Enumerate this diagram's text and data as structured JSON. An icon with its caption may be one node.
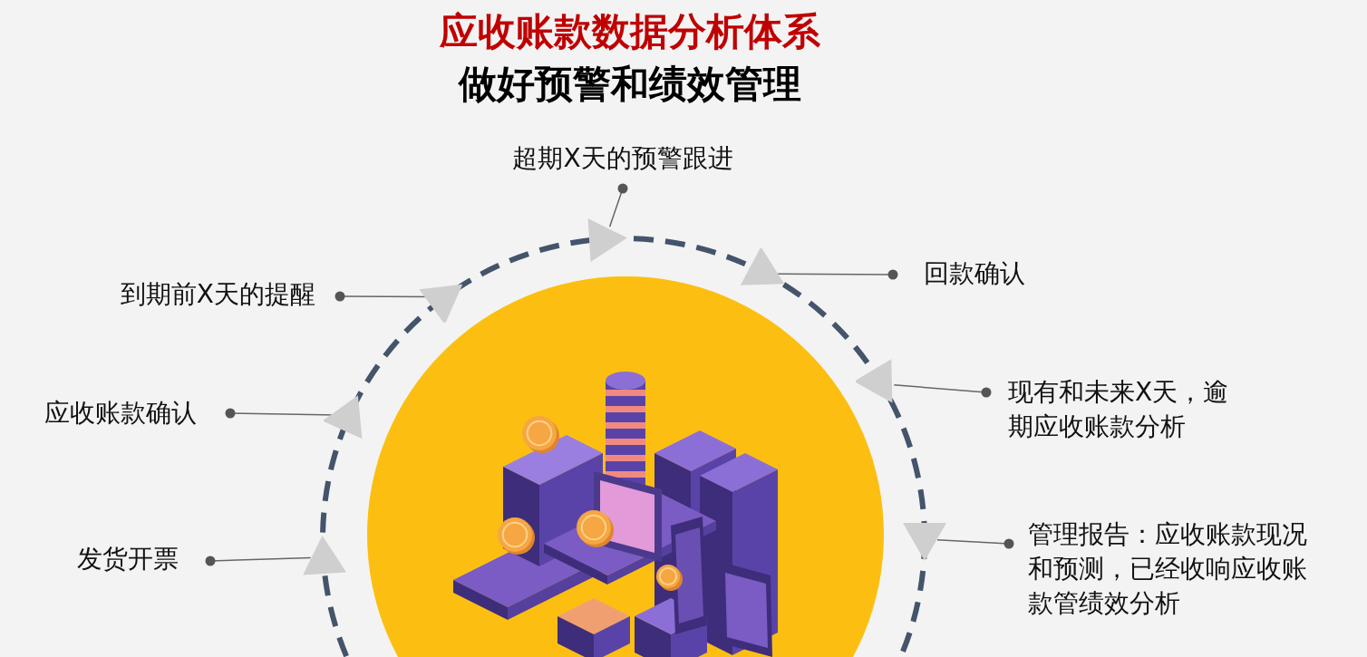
{
  "diagram": {
    "title": "应收账款数据分析体系",
    "nodes": [
      {
        "text": [
          "发货开票"
        ]
      },
      {
        "text": [
          "应收账款确认"
        ]
      },
      {
        "text": [
          "到期前X天的提醒"
        ]
      },
      {
        "text": [
          "超期X天的预警跟进"
        ]
      },
      {
        "text": [
          "回款确认"
        ]
      },
      {
        "text": [
          "现有和未来X天，逾期应收账款分析"
        ]
      },
      {
        "text": [
          "管理报告：应收账款现况和预测，已经收响应收账款管绩效分析"
        ]
      },
      {
        "text": [],
        "shape": "triangle"
      },
      {
        "text": [],
        "shape": "triangle"
      },
      {
        "text": [],
        "shape": "triangle"
      },
      {
        "text": [],
        "shape": "triangle"
      },
      {
        "text": [],
        "shape": "triangle"
      },
      {
        "text": [],
        "shape": "triangle"
      },
      {
        "text": [],
        "shape": "triangle"
      }
    ],
    "edges": [
      {
        "from": 0,
        "to": 7,
        "arrow": "other"
      },
      {
        "from": 1,
        "to": 8,
        "arrow": "other"
      },
      {
        "from": 2,
        "to": 9,
        "arrow": "other"
      },
      {
        "from": 3,
        "to": 10,
        "arrow": "other"
      },
      {
        "from": 4,
        "to": 11,
        "arrow": "other"
      },
      {
        "from": 5,
        "to": 12,
        "arrow": "other"
      },
      {
        "from": 6,
        "to": 13,
        "arrow": "other"
      }
    ],
    "labels": [
      "做好预警和绩效管理"
    ]
  }
}
